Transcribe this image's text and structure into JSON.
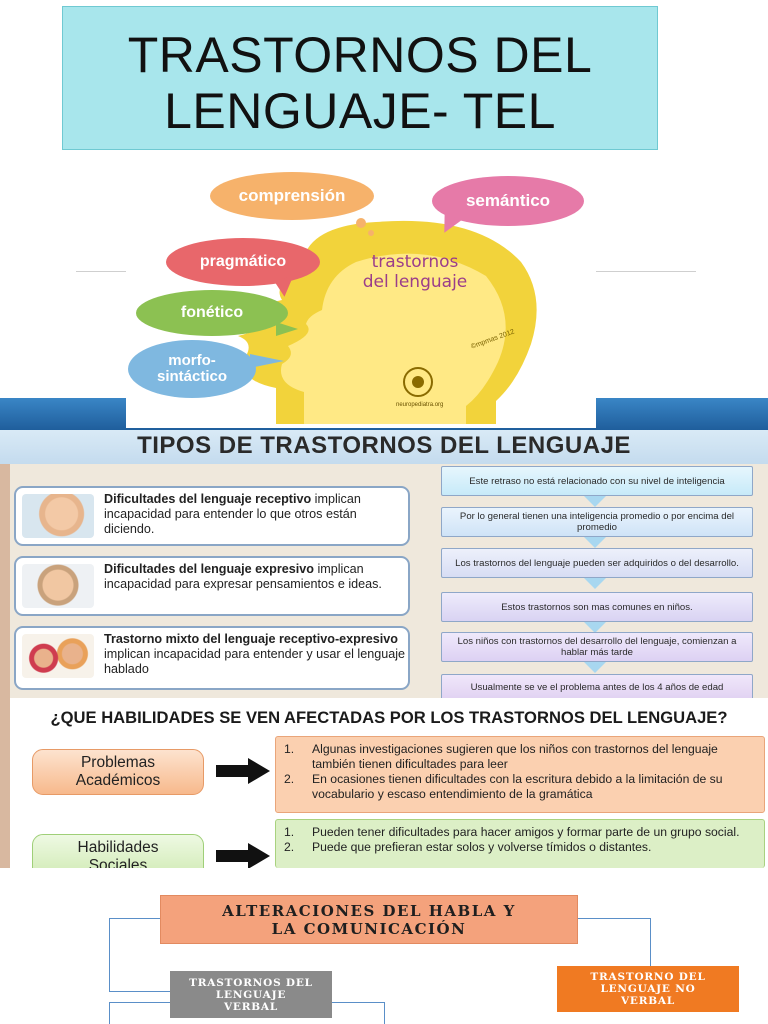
{
  "slide1": {
    "title_line_1": "TRASTORNOS DEL",
    "title_line_2": "LENGUAJE-  TEL",
    "illustration": {
      "head_text_1": "trastornos",
      "head_text_2": "del lenguaje",
      "bubbles": [
        {
          "lines": [
            "comprensión"
          ],
          "color": "#f6b26b"
        },
        {
          "lines": [
            "semántico"
          ],
          "color": "#e67aa8"
        },
        {
          "lines": [
            "pragmático"
          ],
          "color": "#e8676b"
        },
        {
          "lines": [
            "fonético"
          ],
          "color": "#8cc152"
        },
        {
          "lines": [
            "morfo-",
            "sintáctico"
          ],
          "color": "#7fb8e0"
        }
      ],
      "credit": "©mpmas 2012",
      "site": "neuropediatra.org",
      "head_color": "#f2d33b"
    }
  },
  "slide2": {
    "title": "TIPOS DE TRASTORNOS DEL LENGUAJE",
    "types": [
      {
        "bold": "Dificultades del lenguaje receptivo",
        "rest": " implican incapacidad para entender lo que otros están diciendo."
      },
      {
        "bold": "Dificultades del lenguaje expresivo",
        "rest": " implican incapacidad para expresar pensamientos e ideas."
      },
      {
        "bold": "Trastorno mixto del lenguaje receptivo-expresivo",
        "rest": " implican incapacidad para entender y usar el lenguaje hablado"
      }
    ],
    "facts": [
      "Este retraso no está relacionado con su nivel de inteligencia",
      "Por lo general tienen una inteligencia promedio o por encima del promedio",
      "Los trastornos del lenguaje pueden ser adquiridos o del desarrollo.",
      "Estos trastornos son mas comunes en niños.",
      "Los niños con trastornos del desarrollo del lenguaje, comienzan a hablar más tarde",
      "Usualmente se ve el problema antes de los 4 años de edad"
    ],
    "question": "¿QUE HABILIDADES SE VEN AFECTADAS POR LOS TRASTORNOS DEL LENGUAJE?",
    "skills": [
      {
        "label_1": "Problemas",
        "label_2": "Académicos",
        "items": [
          {
            "n": "1.",
            "text": "Algunas investigaciones sugieren que los niños con trastornos del lenguaje también tienen dificultades para leer"
          },
          {
            "n": "2.",
            "text": "En ocasiones tienen dificultades con la escritura debido a la limitación de su vocabulario y escaso entendimiento de la gramática"
          }
        ]
      },
      {
        "label_1": "Habilidades",
        "label_2": "Sociales",
        "items": [
          {
            "n": "1.",
            "text": "Pueden tener dificultades para hacer amigos y formar parte de un grupo social."
          },
          {
            "n": "2.",
            "text": "Puede que prefieran estar solos y volverse tímidos o distantes."
          }
        ]
      }
    ]
  },
  "slide3": {
    "main_line_1": "ALTERACIONES DEL HABLA Y",
    "main_line_2": "LA COMUNICACIÓN",
    "verbal_lines": [
      "TRASTORNOS DEL",
      "LENGUAJE",
      "VERBAL"
    ],
    "noverbal_lines": [
      "TRASTORNO DEL",
      "LENGUAJE NO",
      "VERBAL"
    ]
  }
}
